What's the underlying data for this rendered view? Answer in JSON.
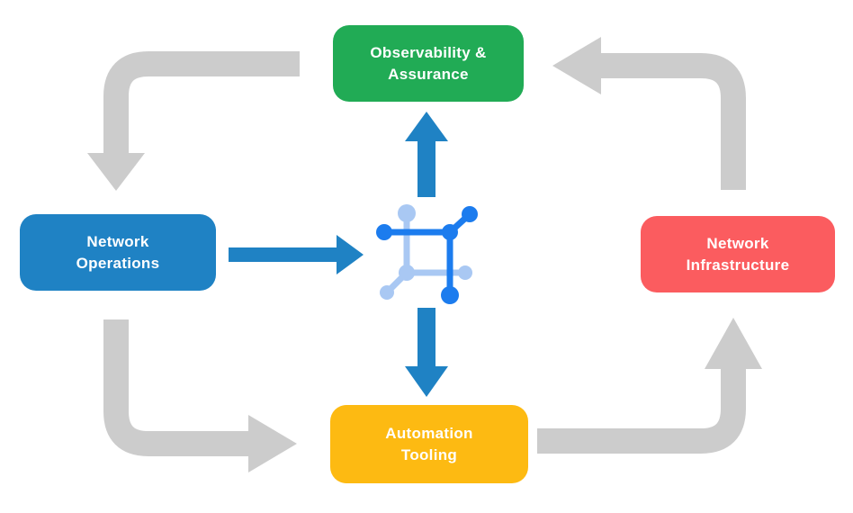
{
  "diagram": {
    "name": "network-automation-lifecycle",
    "nodes": [
      {
        "id": "observability",
        "label": "Observability &\nAssurance",
        "color": "#21AB55"
      },
      {
        "id": "operations",
        "label": "Network\nOperations",
        "color": "#1F82C4"
      },
      {
        "id": "infrastructure",
        "label": "Network\nInfrastructure",
        "color": "#FB5C5F"
      },
      {
        "id": "automation",
        "label": "Automation\nTooling",
        "color": "#FDBA12"
      }
    ],
    "center_icon": "network-nodes-icon",
    "edges": [
      {
        "from": "observability",
        "to": "operations",
        "style": "gray-elbow",
        "corner": "top-left"
      },
      {
        "from": "operations",
        "to": "automation",
        "style": "gray-elbow",
        "corner": "bottom-left"
      },
      {
        "from": "automation",
        "to": "infrastructure",
        "style": "gray-elbow",
        "corner": "bottom-right"
      },
      {
        "from": "infrastructure",
        "to": "observability",
        "style": "gray-elbow",
        "corner": "top-right"
      },
      {
        "from": "operations",
        "to": "center-icon",
        "style": "blue-straight",
        "direction": "right"
      },
      {
        "from": "center-icon",
        "to": "observability",
        "style": "blue-straight",
        "direction": "up"
      },
      {
        "from": "center-icon",
        "to": "automation",
        "style": "blue-straight",
        "direction": "down"
      }
    ]
  },
  "colors": {
    "arrow_gray": "#CCCCCC",
    "arrow_blue": "#1F82C4",
    "icon_dark_blue": "#1C7CEE",
    "icon_light_blue": "#A9C8F3",
    "background": "#FFFFFF"
  }
}
